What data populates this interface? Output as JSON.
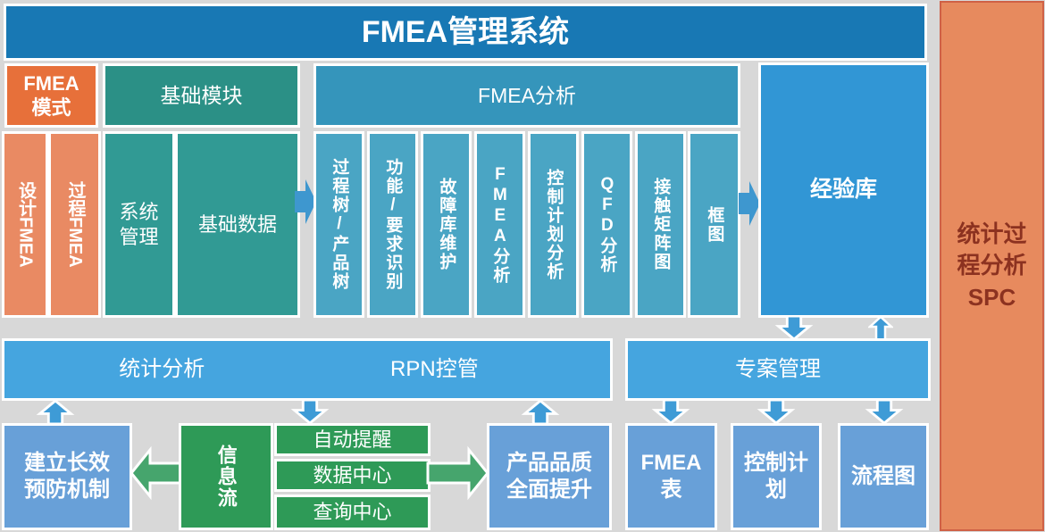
{
  "title": "FMEA管理系统",
  "colors": {
    "banner_blue": "#1878b4",
    "orange_header": "#e7703a",
    "orange_light": "#e98a63",
    "teal_header": "#2b9086",
    "teal": "#319a94",
    "analysis_header_blue": "#3595bb",
    "column_blue": "#4aa5c4",
    "experience_blue": "#3196d5",
    "bar_blue": "#45a5df",
    "bottom_blue": "#68a0d8",
    "green": "#2e9a57",
    "green_arrow": "#46a56d",
    "spc_orange": "#e78a5e",
    "spc_text": "#8c3220",
    "background_gray": "#d8d8d8"
  },
  "left": {
    "mode_header": "FMEA模式",
    "design_fmea": "设计FMEA",
    "process_fmea": "过程FMEA"
  },
  "base_module": {
    "header": "基础模块",
    "system_mgmt": "系统管理",
    "base_data": "基础数据"
  },
  "analysis": {
    "header": "FMEA分析",
    "columns": [
      "过程树/产品树",
      "功能/要求识别",
      "故障库维护",
      "FMEA分析",
      "控制计划分析",
      "QFD分析",
      "接触矩阵图",
      "框图"
    ]
  },
  "experience": {
    "label": "经验库"
  },
  "spc": {
    "line1": "统计过程分析",
    "line2": "SPC"
  },
  "mid": {
    "stats": "统计分析",
    "rpn": "RPN控管",
    "project": "专案管理"
  },
  "bottom": {
    "prevention": "建立长效预防机制",
    "info_flow": "信息流",
    "centers": [
      "自动提醒",
      "数据中心",
      "查询中心"
    ],
    "quality": "产品品质全面提升",
    "fmea_table": "FMEA表",
    "control_plan": "控制计划",
    "flow_chart": "流程图"
  }
}
